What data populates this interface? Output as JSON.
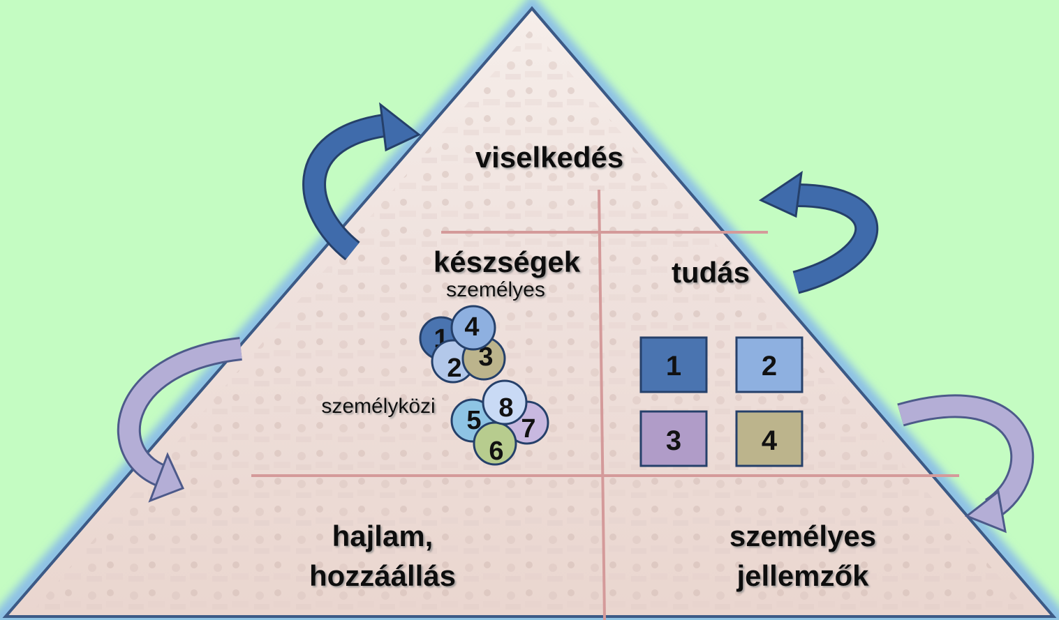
{
  "labels": {
    "top": "viselkedés",
    "skills": "készségek",
    "personal": "személyes",
    "interpersonal": "személyközi",
    "knowledge": "tudás",
    "disposition_line1": "hajlam,",
    "disposition_line2": "hozzáállás",
    "traits_line1": "személyes",
    "traits_line2": "jellemzők"
  },
  "personal_circles": [
    "1",
    "4",
    "2",
    "3"
  ],
  "interpersonal_circles": [
    "8",
    "5",
    "7",
    "6"
  ],
  "knowledge_squares": [
    "1",
    "2",
    "3",
    "4"
  ],
  "colors": {
    "background": "#c4fcc2",
    "pyramid_border": "#3c5a86",
    "pyramid_glow": "#7fb4dc",
    "divider": "#d49a9a",
    "arrow_dark": "#3d6aa8",
    "arrow_light": "#b4aed6",
    "sq1": "#4a74b0",
    "sq2": "#8eb0e0",
    "sq3": "#b09cc8",
    "sq4": "#bcb48c",
    "c1": "#4a74b0",
    "c2": "#b3c8ea",
    "c3": "#bcb48c",
    "c4": "#8eb0e0",
    "c5": "#8ec4e4",
    "c6": "#b7cc8e",
    "c7": "#c8b8e0",
    "c8": "#c9daf5"
  }
}
